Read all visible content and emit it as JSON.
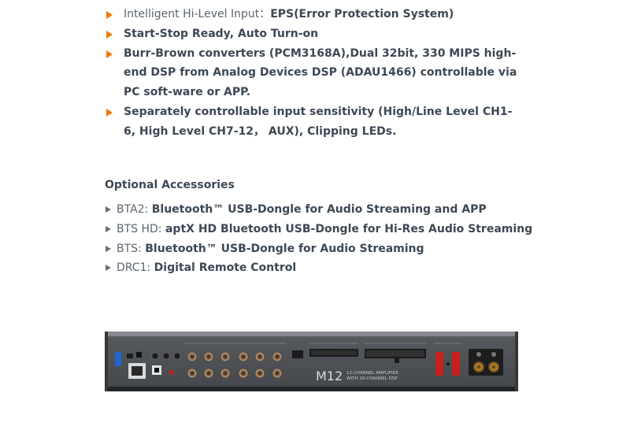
{
  "features": [
    {
      "pre": "Intelligent Hi-Level Input：",
      "text": "EPS(Error Protection System)"
    },
    {
      "pre": "",
      "text": "Start-Stop Ready, Auto Turn-on"
    },
    {
      "pre": "",
      "text": "Burr-Brown converters (PCM3168A),Dual 32bit, 330 MIPS high-end DSP from Analog Devices DSP (ADAU1466) controllable via PC soft-ware or APP."
    },
    {
      "pre": "",
      "text": "Separately controllable input sensitivity (High/Line Level CH1-6, High Level CH7-12， AUX), Clipping LEDs."
    }
  ],
  "accessories": {
    "title": "Optional Accessories",
    "items": [
      {
        "key": "BTA2:",
        "value": "Bluetooth™ USB-Dongle for Audio Streaming and APP"
      },
      {
        "key": "BTS HD:",
        "value": "aptX HD Bluetooth USB-Dongle for Hi-Res Audio Streaming"
      },
      {
        "key": "BTS:",
        "value": "Bluetooth™ USB-Dongle for Audio Streaming"
      },
      {
        "key": "DRC1:",
        "value": "Digital Remote Control"
      }
    ]
  },
  "device": {
    "model": "M12",
    "caption_line1": "12-CHANNEL AMPLIFIER",
    "caption_line2": "WITH 16-CHANNEL DSP",
    "body_color": "#4b4e52",
    "accent_color": "#f07a00"
  }
}
